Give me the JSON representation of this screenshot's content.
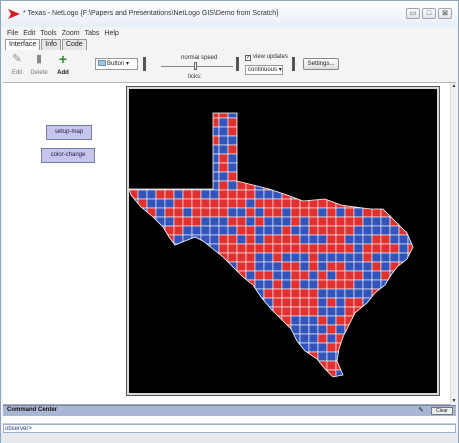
{
  "window": {
    "title": "* Texas - NetLogo {F:\\Papers and Presentations\\NetLogo GIS\\Demo from Scratch}",
    "controls": [
      "▭",
      "□",
      "⊠"
    ]
  },
  "menu": [
    "File",
    "Edit",
    "Tools",
    "Zoom",
    "Tabs",
    "Help"
  ],
  "tabs": [
    "Interface",
    "Info",
    "Code"
  ],
  "toolbar": {
    "edit_label": "Edit",
    "delete_label": "Delete",
    "add_label": "Add",
    "widget_type": "Button",
    "speed_label": "normal speed",
    "ticks_label": "ticks:",
    "view_updates_label": "view updates",
    "view_updates_checked": "✓",
    "update_mode": "continuous",
    "settings_label": "Settings..."
  },
  "buttons": {
    "setup_map": "setup-map",
    "color_change": "color-change"
  },
  "command_center": {
    "title": "Command Center",
    "clear_label": "Clear",
    "prompt": "observer>",
    "input_value": ""
  },
  "colors": {
    "red": "#e03030",
    "blue": "#3355bb",
    "button_fill": "#c6c6ec"
  },
  "icons": {
    "edit": "pencil-icon",
    "delete": "trash-icon",
    "add": "plus-icon"
  }
}
